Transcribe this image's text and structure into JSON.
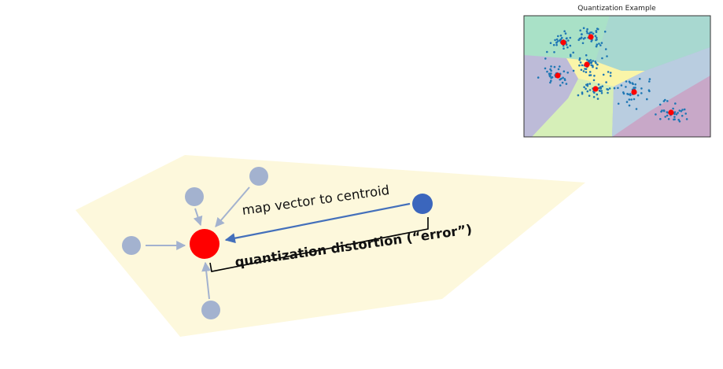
{
  "inset": {
    "title": "Quantization Example",
    "colors": {
      "teal": "#a8d8d0",
      "mint": "#a9e1c7",
      "yellow": "#faf5a8",
      "lavender": "#bdbbd8",
      "green": "#d6efb8",
      "steel": "#b9cde0",
      "mauve": "#c8a8c8",
      "points": "#1f77b4",
      "centroids": "#ff0000"
    }
  },
  "diagram": {
    "map_label": "map vector to centroid",
    "distortion_label": "quantization distortion (“error”)",
    "colors": {
      "region": "#fdf8dc",
      "centroid": "#ff0000",
      "neighbor": "#a3b2cf",
      "mapped_vector": "#3b66bd",
      "arrow": "#4470bb",
      "neighbor_arrow": "#a3b2cf",
      "bracket": "#000000"
    }
  }
}
